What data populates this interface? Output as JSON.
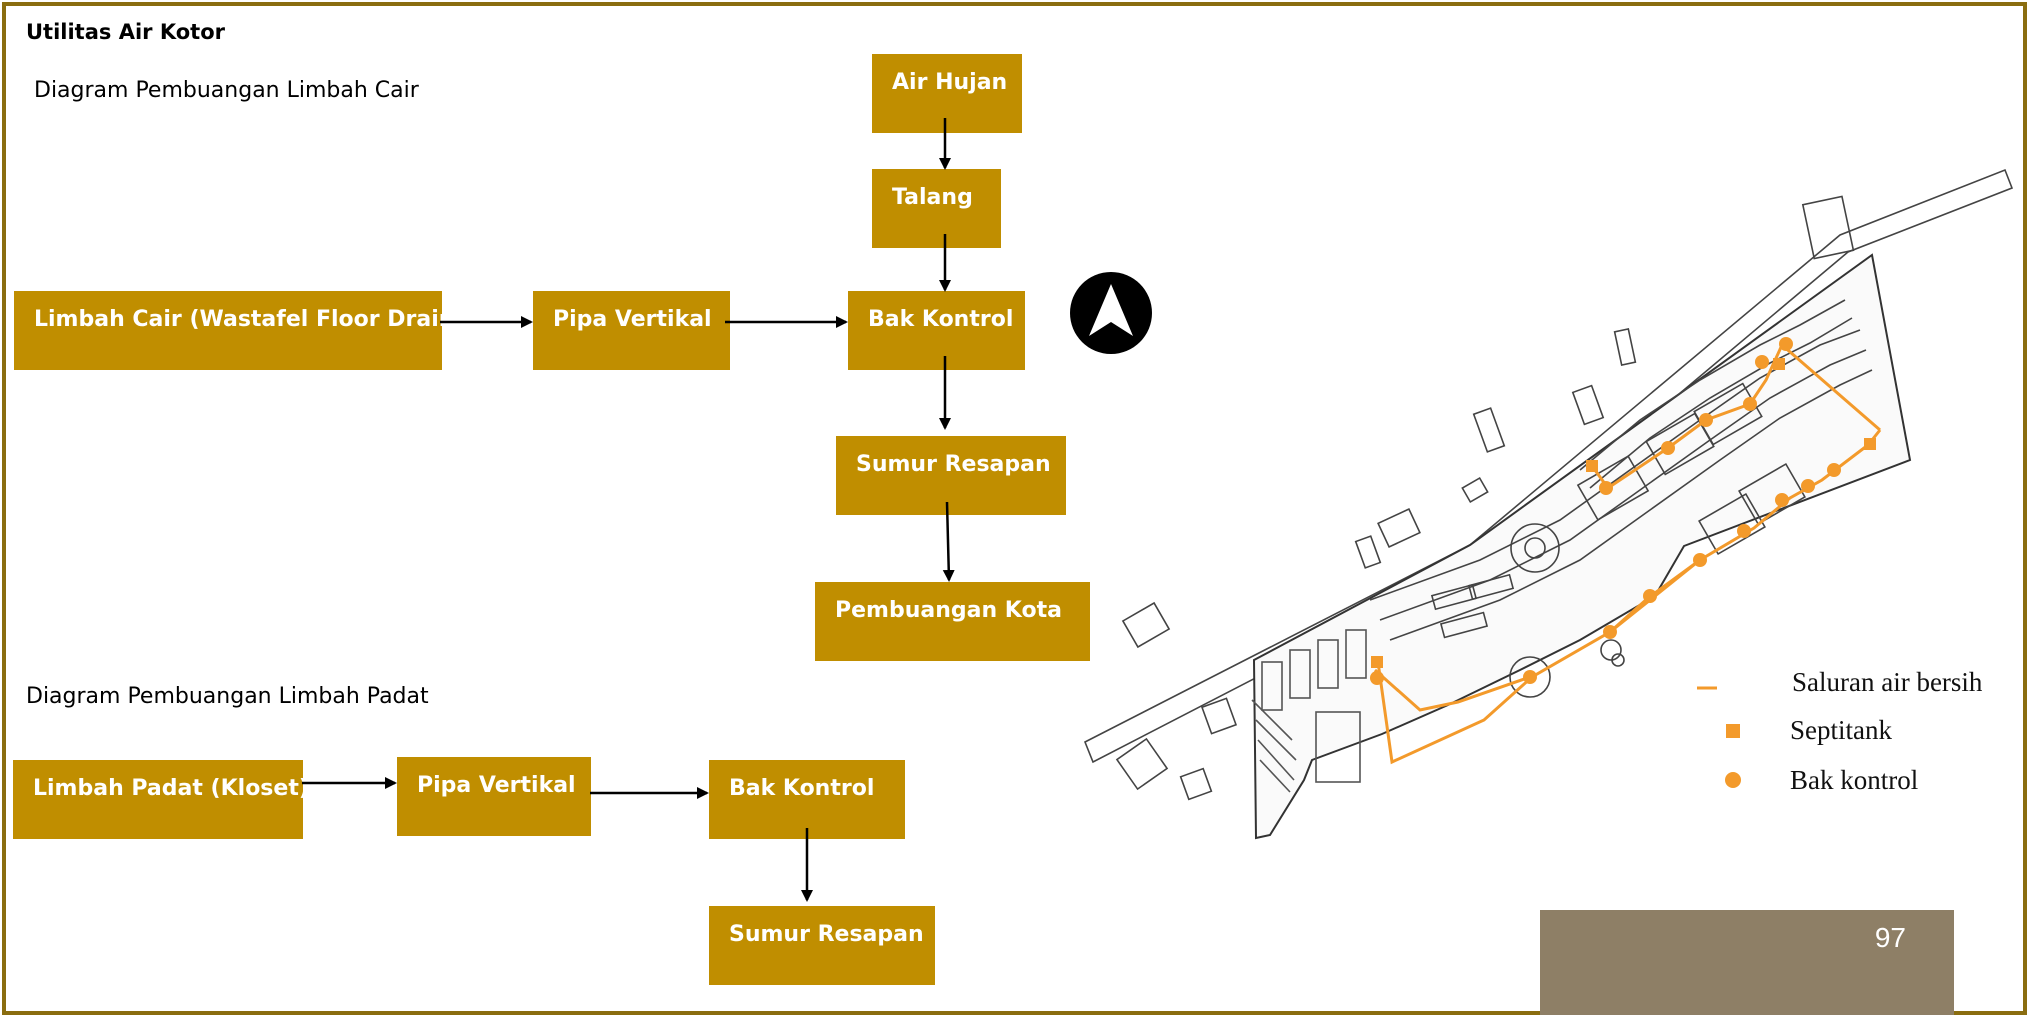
{
  "page_title": "Utilitas Air Kotor",
  "cair": {
    "title": "Diagram Pembuangan Limbah Cair",
    "boxes": {
      "air_hujan": "Air Hujan",
      "talang": "Talang",
      "limbah_cair": "Limbah Cair (Wastafel Floor Drain)",
      "pipa_vertikal": "Pipa Vertikal",
      "bak_kontrol": "Bak Kontrol",
      "sumur_resapan": "Sumur Resapan",
      "pembuangan_kota": "Pembuangan Kota"
    }
  },
  "padat": {
    "title": "Diagram Pembuangan Limbah Padat",
    "boxes": {
      "limbah_padat": "Limbah Padat (Kloset)",
      "pipa_vertikal": "Pipa Vertikal",
      "bak_kontrol": "Bak Kontrol",
      "sumur_resapan": "Sumur Resapan"
    }
  },
  "legend": {
    "line_label": "Saluran air bersih",
    "square_label": "Septitank",
    "circle_label": "Bak kontrol"
  },
  "page_number": "97",
  "colors": {
    "frame": "#8a6d10",
    "box": "#c08e00",
    "orange": "#f39a2b",
    "page_box": "#8e7f66"
  },
  "icons": [
    "north-arrow-icon"
  ]
}
